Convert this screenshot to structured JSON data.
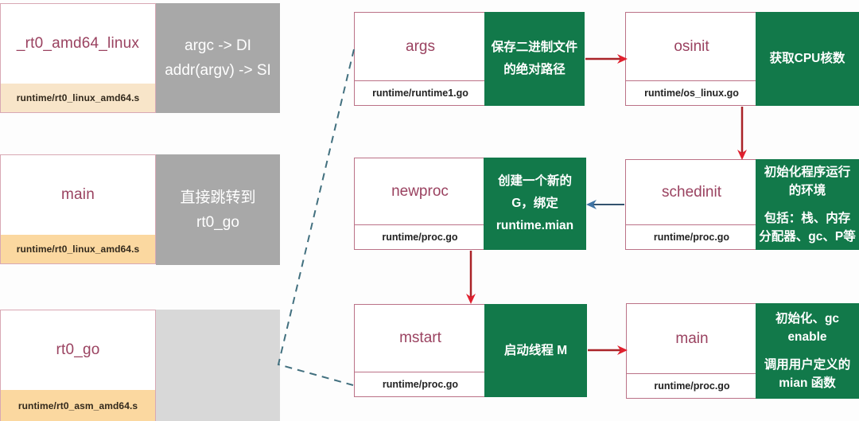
{
  "title": "go runtime startup flow diagram",
  "colors": {
    "green": "#12794a",
    "gray_dark": "#a8a8a8",
    "gray_light": "#d8d8d8",
    "cream_light": "#f8e5c9",
    "cream": "#fbd8a0",
    "maroon_title": "#9a4260",
    "pink_border": "#bb7287",
    "red_arrow_line": "#aa2328",
    "red_arrow_head": "#e0202e",
    "blue_arrow_line": "#33536e",
    "blue_arrow_head": "#3f74a5",
    "teal_dash": "#42707f"
  },
  "left_boxes": [
    {
      "title": "_rt0_amd64_linux",
      "file": "runtime/rt0_linux_amd64.s",
      "note": [
        "argc -> DI",
        "addr(argv) -> SI"
      ]
    },
    {
      "title": "main",
      "file": "runtime/rt0_linux_amd64.s",
      "note": [
        "直接跳转到",
        "rt0_go"
      ]
    },
    {
      "title": "rt0_go",
      "file": "runtime/rt0_asm_amd64.s",
      "note": []
    }
  ],
  "flow_boxes": [
    {
      "title": "args",
      "file": "runtime/runtime1.go",
      "desc": [
        "保存二进制文件",
        "的绝对路径"
      ]
    },
    {
      "title": "osinit",
      "file": "runtime/os_linux.go",
      "desc": [
        "获取CPU核数"
      ]
    },
    {
      "title": "newproc",
      "file": "runtime/proc.go",
      "desc": [
        "创建一个新的",
        "G，绑定",
        "runtime.mian"
      ]
    },
    {
      "title": "schedinit",
      "file": "runtime/proc.go",
      "desc": [
        "初始化程序运行",
        "的环境",
        "",
        "包括：栈、内存",
        "分配器、gc、P等"
      ]
    },
    {
      "title": "mstart",
      "file": "runtime/proc.go",
      "desc": [
        "启动线程 M"
      ]
    },
    {
      "title": "main",
      "file": "runtime/proc.go",
      "desc": [
        "初始化、gc",
        "enable",
        "",
        "调用用户定义的",
        "mian 函数"
      ]
    }
  ]
}
